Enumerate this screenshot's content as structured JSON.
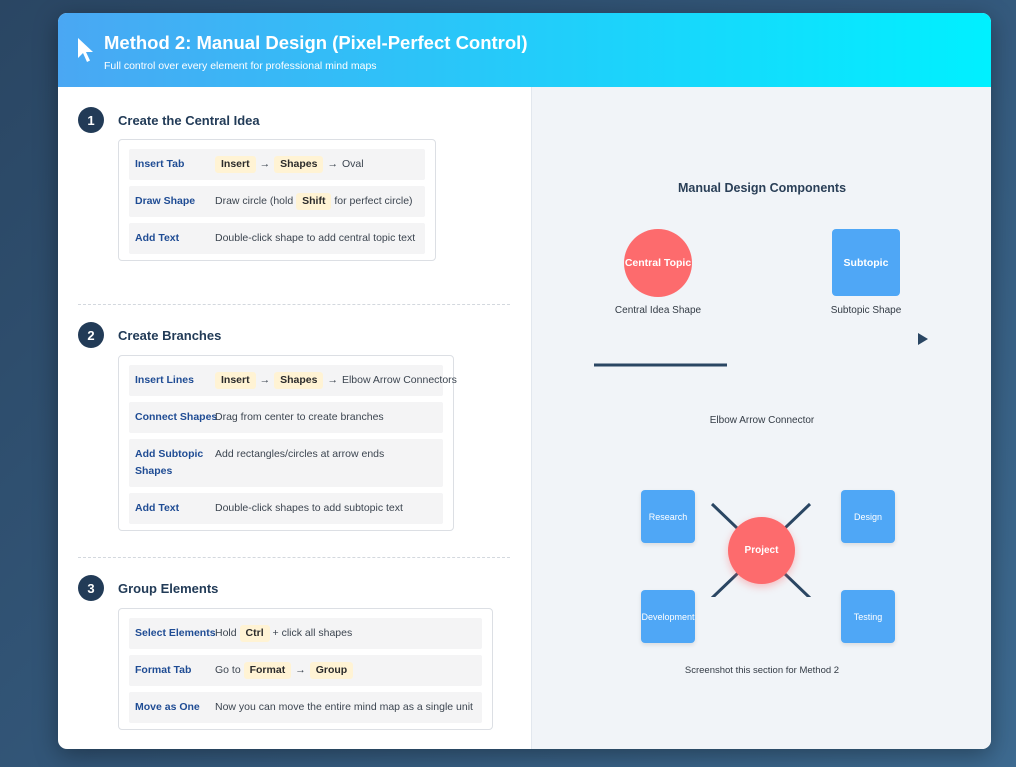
{
  "header": {
    "title": "Method 2: Manual Design (Pixel-Perfect Control)",
    "subtitle": "Full control over every element for professional mind maps",
    "icon": "cursor-arrow-icon"
  },
  "steps": [
    {
      "number": "1",
      "title": "Create the Central Idea",
      "rows": [
        {
          "label": "Insert Tab",
          "k1": "Insert",
          "k2": "Shapes",
          "tail": "Oval"
        },
        {
          "label": "Draw Shape",
          "pre": "Draw circle (hold",
          "key": "Shift",
          "post": "for perfect circle)"
        },
        {
          "label": "Add Text",
          "text": "Double-click shape to add central topic text"
        }
      ]
    },
    {
      "number": "2",
      "title": "Create Branches",
      "rows": [
        {
          "label": "Insert Lines",
          "k1": "Insert",
          "k2": "Shapes",
          "tail": "Elbow Arrow Connectors"
        },
        {
          "label": "Connect Shapes",
          "text": "Drag from center to create branches"
        },
        {
          "label": "Add Subtopic Shapes",
          "text": "Add rectangles/circles at arrow ends"
        },
        {
          "label": "Add Text",
          "text": "Double-click shapes to add subtopic text"
        }
      ]
    },
    {
      "number": "3",
      "title": "Group Elements",
      "rows": [
        {
          "label": "Select Elements",
          "pre": "Hold",
          "key": "Ctrl",
          "post": "+ click all shapes"
        },
        {
          "label": "Format Tab",
          "pre": "Go to",
          "k1": "Format",
          "k2": "Group"
        },
        {
          "label": "Move as One",
          "text": "Now you can move the entire mind map as a single unit"
        }
      ]
    }
  ],
  "arrow_glyph": "→",
  "components": {
    "title": "Manual Design Components",
    "central": {
      "text": "Central Topic",
      "caption": "Central Idea Shape"
    },
    "subtopic": {
      "text": "Subtopic",
      "caption": "Subtopic Shape"
    },
    "connector_caption": "Elbow Arrow Connector",
    "mindmap": {
      "center": "Project",
      "nodes": [
        "Research",
        "Design",
        "Development",
        "Testing"
      ],
      "caption": "Screenshot this section for Method 2"
    }
  },
  "colors": {
    "header_start": "#4aa7f3",
    "header_end": "#00f0ff",
    "central": "#fd6b6d",
    "subtopic": "#4fa7f6",
    "dark": "#223b57",
    "label": "#1f4c94",
    "key_bg": "#fff3d4"
  }
}
